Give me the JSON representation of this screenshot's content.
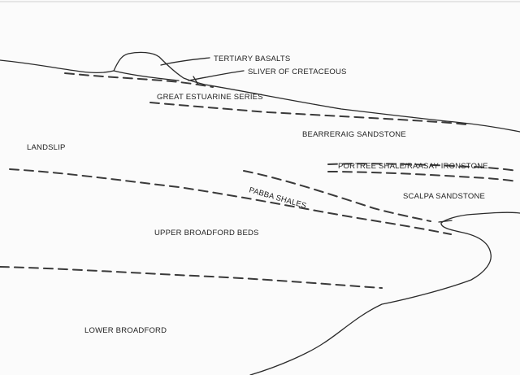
{
  "labels": {
    "tertiary_basalts": "TERTIARY BASALTS",
    "sliver_cretaceous": "SLIVER OF CRETACEOUS",
    "great_estuarine": "GREAT ESTUARINE SERIES",
    "bearreraig": "BEARRERAIG SANDSTONE",
    "landslip": "LANDSLIP",
    "portree_raasay": "PORTREE SHALE/RAASAY IRONSTONE",
    "pabba": "PABBA SHALES",
    "scalpa": "SCALPA SANDSTONE",
    "upper_broadford": "UPPER BROADFORD BEDS",
    "lower_broadford": "LOWER BROADFORD"
  },
  "colors": {
    "ink": "#2a2a2a",
    "paper": "#fbfbfb"
  }
}
